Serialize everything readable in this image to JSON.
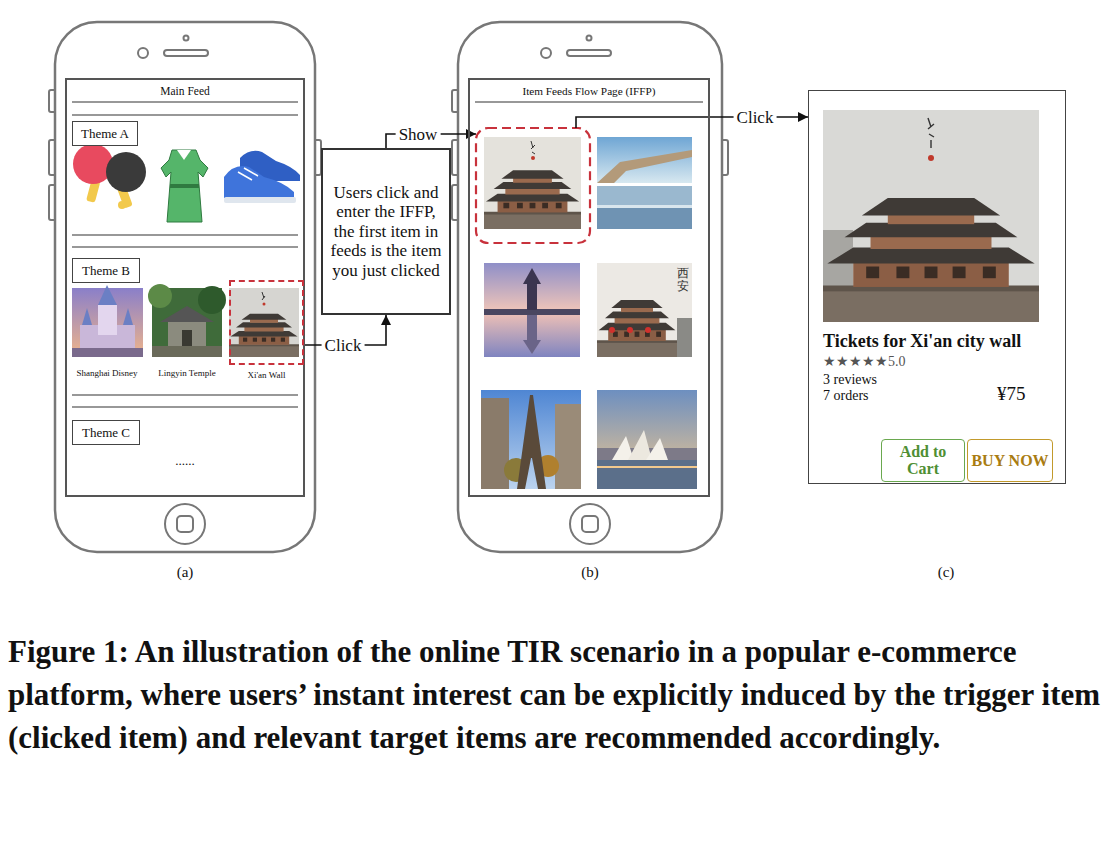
{
  "diagram": {
    "caption": "Figure 1: An illustration of the online TIR scenario in a popular e-commerce platform, where users’ instant interest can be explicitly induced by the trigger item (clicked item) and relevant target items are recommended accordingly.",
    "nodes": [
      {
        "text": [
          "Main Feed"
        ]
      },
      {
        "text": [
          "Theme A"
        ],
        "in": 0
      },
      {
        "text": [
          "Theme B"
        ],
        "in": 0
      },
      {
        "text": [
          "Xi'an Wall"
        ],
        "in": 0
      },
      {
        "text": [
          "Theme C"
        ],
        "in": 0
      },
      {
        "text": [
          "Users click and enter the IFFP, the first item in feeds is the item you just clicked"
        ]
      },
      {
        "text": [
          "Item Feeds Flow Page (IFFP)"
        ]
      },
      {
        "text": [
          "Tickets for Xi'an city wall",
          "★★★★★5.0",
          "3 reviews",
          "7 orders",
          "¥75"
        ]
      },
      {
        "text": [
          "Add to Cart"
        ],
        "in": 7
      },
      {
        "text": [
          "BUY NOW"
        ],
        "in": 7
      }
    ],
    "edges": [
      {
        "from": 3,
        "to": 5,
        "label": "Click",
        "arrow": "to"
      },
      {
        "from": 5,
        "to": 6,
        "label": "Show",
        "arrow": "to"
      },
      {
        "from": 6,
        "to": 7,
        "label": "Click",
        "arrow": "to"
      }
    ],
    "labels": [
      "Shanghai Disney",
      "Lingyin Temple",
      "......",
      "西安",
      "(a)",
      "(b)",
      "(c)"
    ]
  }
}
